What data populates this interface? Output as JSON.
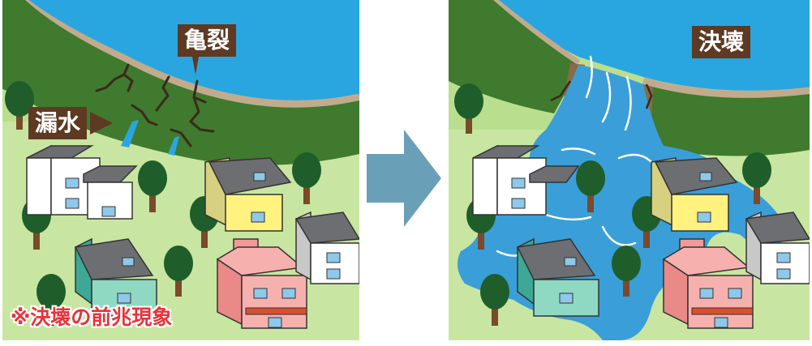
{
  "before": {
    "crack_label": "亀裂",
    "leak_label": "漏水",
    "note": "※決壊の前兆現象"
  },
  "after": {
    "break_label": "決壊"
  },
  "colors": {
    "water": "#29a6e0",
    "bank": "#3f7a2e",
    "ground": "#a6d27a",
    "label_bg": "#5e3a22",
    "note": "#e8333a",
    "arrow": "#6a9fb8",
    "flood": "#3a9ed8"
  }
}
